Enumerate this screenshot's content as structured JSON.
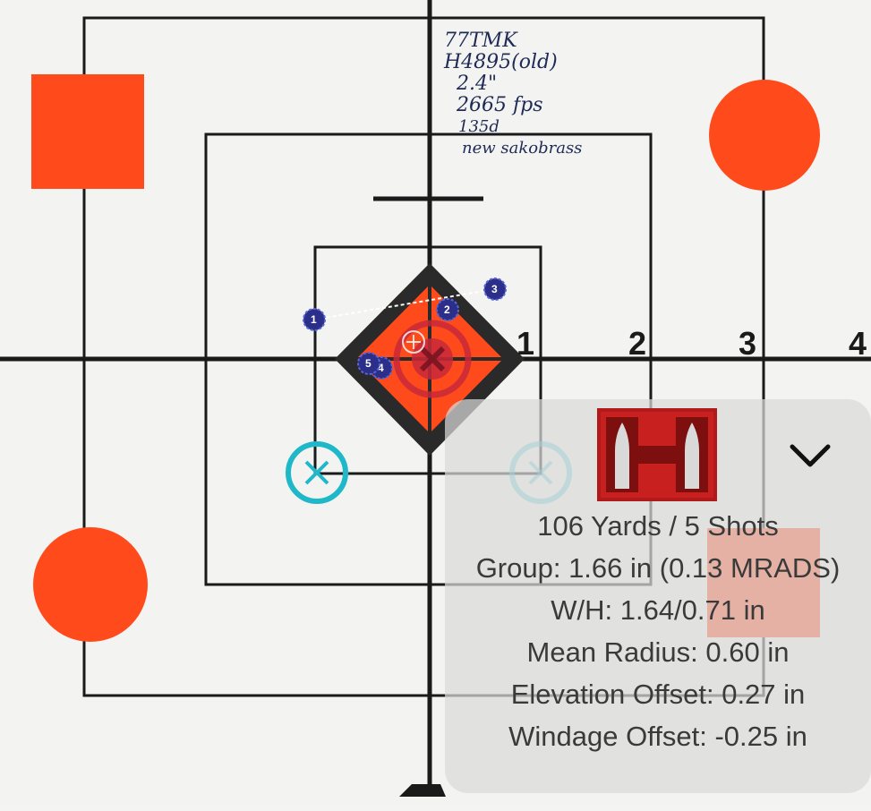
{
  "target": {
    "handwritten_notes": [
      "77TMK",
      "H4895(old)",
      "2.4\"",
      "2665 fps",
      "135d",
      "new sakobrass"
    ],
    "scale_labels": [
      "1",
      "2",
      "3",
      "4"
    ],
    "shots": [
      "1",
      "2",
      "3",
      "4",
      "5"
    ],
    "colors": {
      "accent": "#ff4a1c",
      "grid": "#1a1a1a",
      "marker": "#1fb8c9",
      "shot": "#2b2f8a"
    }
  },
  "overlay": {
    "logo_icon": "hornady-h-logo",
    "collapse_icon": "chevron-down-icon",
    "summary": "106 Yards / 5 Shots",
    "group": "Group: 1.66 in (0.13 MRADS)",
    "wh": "W/H: 1.64/0.71 in",
    "mean_radius": "Mean Radius: 0.60 in",
    "elevation_offset": "Elevation Offset: 0.27 in",
    "windage_offset": "Windage Offset: -0.25 in"
  }
}
